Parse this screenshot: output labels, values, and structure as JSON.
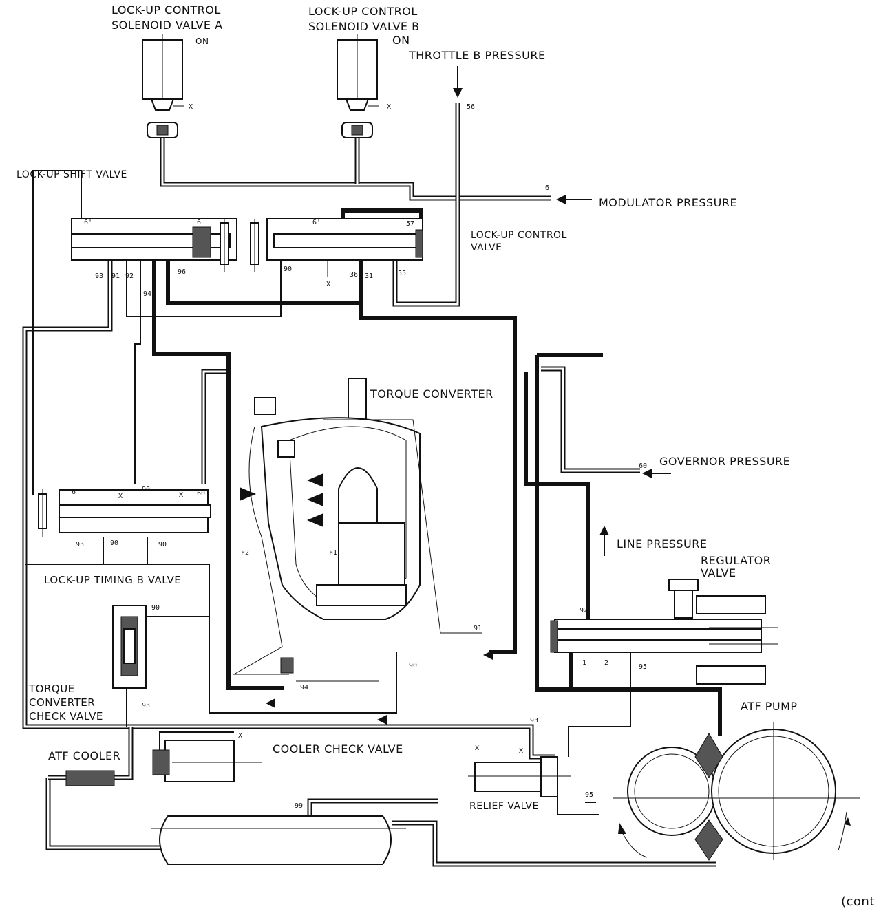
{
  "labels": {
    "solenoid_a": [
      "LOCK-UP CONTROL",
      "SOLENOID VALVE A"
    ],
    "solenoid_a_state": "ON",
    "solenoid_b": [
      "LOCK-UP CONTROL",
      "SOLENOID VALVE B"
    ],
    "solenoid_b_state": "ON",
    "throttle_b": "THROTTLE B PRESSURE",
    "modulator": "MODULATOR PRESSURE",
    "lockup_shift": "LOCK-UP SHIFT VALVE",
    "lockup_control": [
      "LOCK-UP CONTROL",
      "VALVE"
    ],
    "torque_converter": "TORQUE CONVERTER",
    "governor": "GOVERNOR PRESSURE",
    "line_pressure": "LINE PRESSURE",
    "regulator": [
      "REGULATOR",
      "VALVE"
    ],
    "lockup_timing_b": "LOCK-UP TIMING B VALVE",
    "tc_check": [
      "TORQUE",
      "CONVERTER",
      "CHECK VALVE"
    ],
    "atf_cooler": "ATF COOLER",
    "cooler_check": "COOLER CHECK VALVE",
    "relief": "RELIEF VALVE",
    "atf_pump": "ATF PUMP",
    "continued": "(cont"
  },
  "port_numbers": {
    "p56": "56",
    "p6_mod": "6",
    "p6p_a": "6'",
    "p6_a": "6",
    "p6p_b": "6'",
    "p57": "57",
    "p93a": "93",
    "p91a": "91",
    "p92a": "92",
    "p94a": "94",
    "p96": "96",
    "p90a": "90",
    "p36": "36",
    "p31": "31",
    "p55": "55",
    "p60": "60",
    "p6p_t": "6'",
    "p90t": "90",
    "p60t": "60",
    "p93t": "93",
    "p90b": "90",
    "p90c": "90",
    "p90d": "90",
    "p93d": "93",
    "f2": "F2",
    "f1": "F1",
    "p91b": "91",
    "p90e": "90",
    "p94b": "94",
    "p92b": "92",
    "p1": "1",
    "p2": "2",
    "p95a": "95",
    "p93e": "93",
    "p99": "99",
    "p95b": "95"
  },
  "marks": {
    "x": "X"
  }
}
